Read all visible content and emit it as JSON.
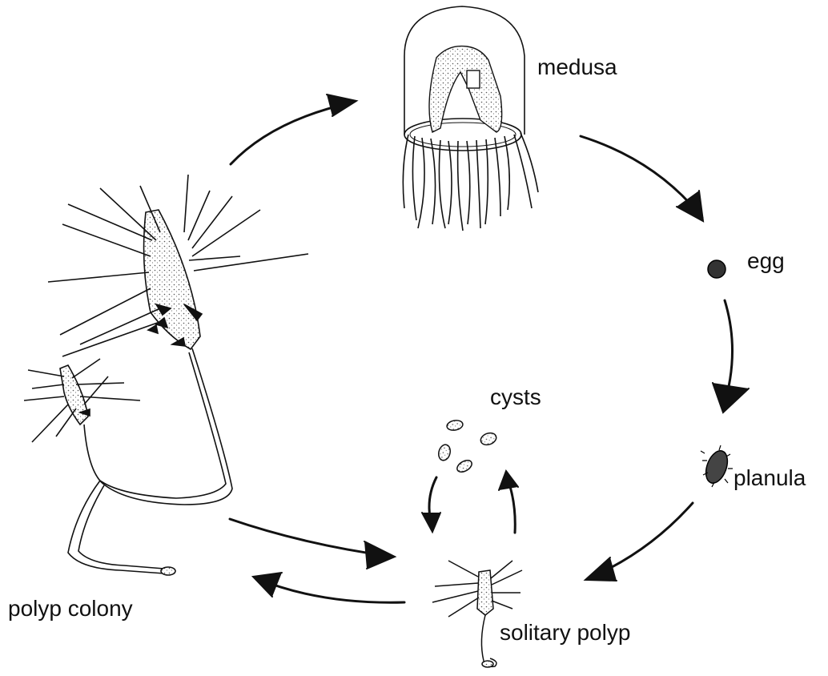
{
  "labels": {
    "medusa": "medusa",
    "egg": "egg",
    "cysts": "cysts",
    "planula": "planula",
    "solitary_polyp": "solitary polyp",
    "polyp_colony": "polyp colony"
  },
  "colors": {
    "ink": "#111111",
    "stipple": "#d8d8d8",
    "background": "#ffffff"
  }
}
